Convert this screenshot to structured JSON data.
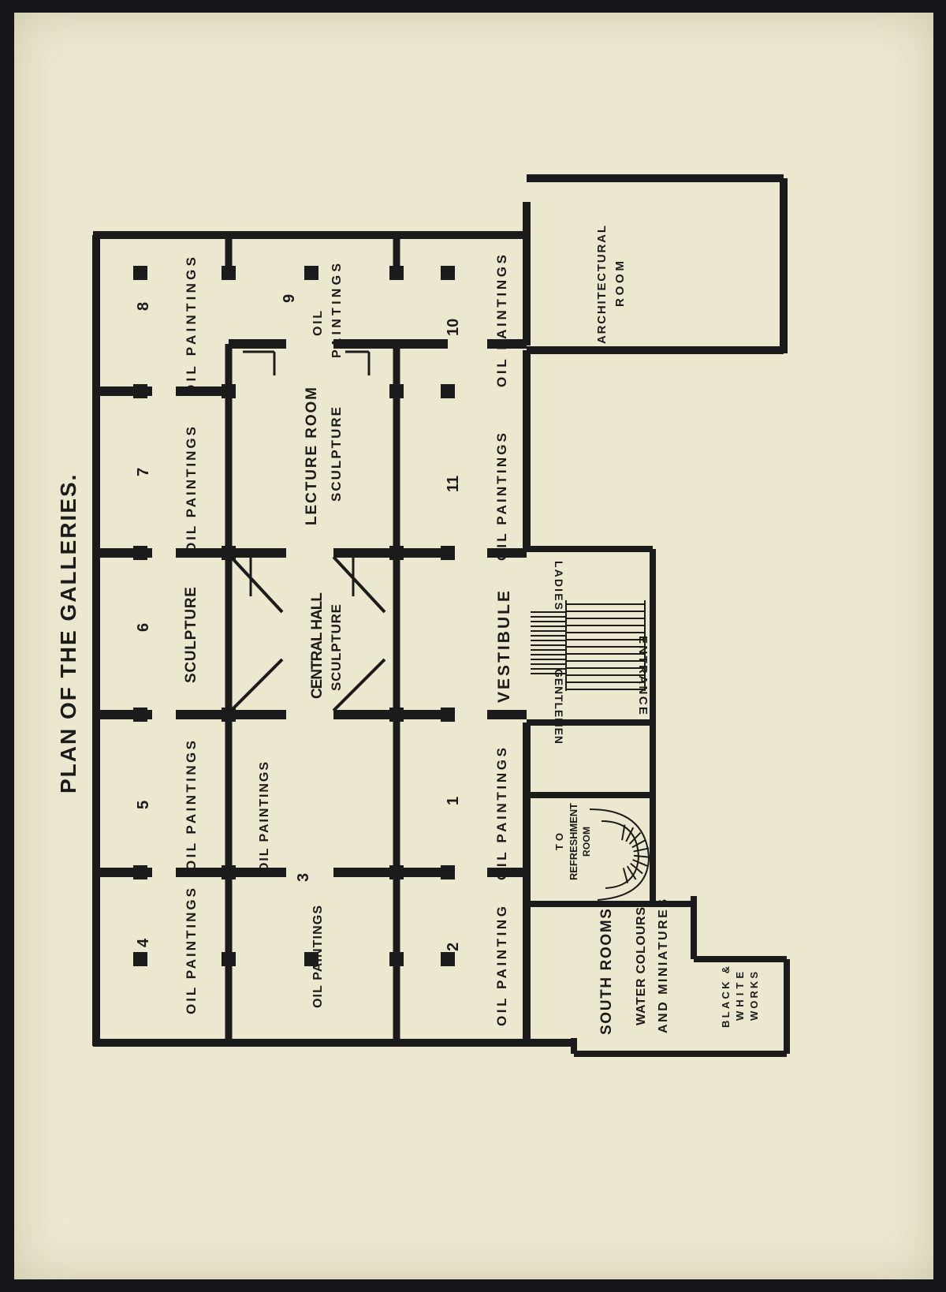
{
  "plan": {
    "title": "PLAN OF THE GALLERIES.",
    "room_numbers": [
      "1",
      "2",
      "3",
      "4",
      "5",
      "6",
      "7",
      "8",
      "9",
      "10",
      "11"
    ],
    "labels": {
      "oil_paintings": "OIL PAINTINGS",
      "oil_paintings_narrow": "OIL PAINTINGS",
      "oil_painting": "OIL PAINTING",
      "oil": "OIL",
      "paintings": "PAINTINGS",
      "sculpture": "SCULPTURE",
      "central_hall": "CENTRAL HALL",
      "lecture_room": "LECTURE ROOM",
      "vestibule": "VESTIBULE",
      "architectural": "ARCHITECTURAL",
      "room": "ROOM",
      "ladies": "LADIES",
      "gentlemen": "GENTLEMEN",
      "entrance": "ENTRANCE",
      "to": "TO",
      "refreshment": "REFRESHMENT",
      "south_rooms": "SOUTH ROOMS",
      "water_colours": "WATER COLOURS",
      "and_miniatures": "AND MINIATURES",
      "black_and": "BLACK &",
      "white": "WHITE",
      "works": "WORKS"
    }
  },
  "colors": {
    "paper": "#ece8cf",
    "ink": "#1b1b1b"
  }
}
